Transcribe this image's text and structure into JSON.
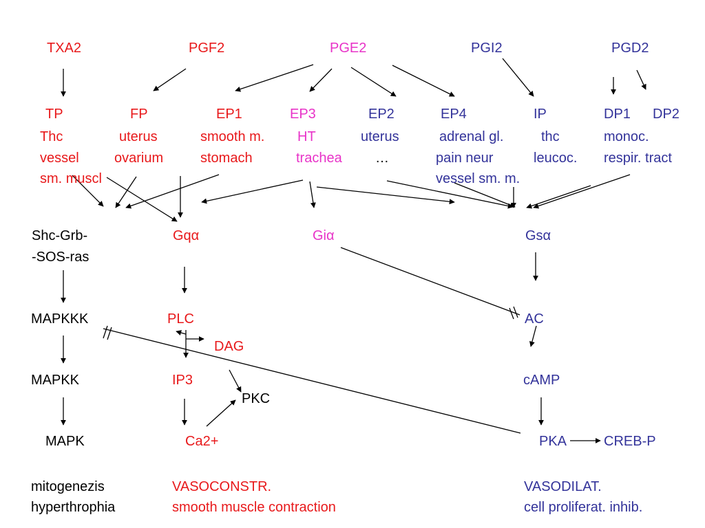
{
  "colors": {
    "red": "#e8191b",
    "magenta": "#e833c8",
    "blue": "#33339a",
    "black": "#000000"
  },
  "ligands": {
    "txa2": "TXA2",
    "pgf2": "PGF2",
    "pge2": "PGE2",
    "pgi2": "PGI2",
    "pgd2": "PGD2"
  },
  "receptors": {
    "tp": {
      "name": "TP",
      "lines": [
        "Thc",
        "vessel",
        "sm. muscl"
      ]
    },
    "fp": {
      "name": "FP",
      "lines": [
        "uterus",
        "ovarium"
      ]
    },
    "ep1": {
      "name": "EP1",
      "lines": [
        "smooth m.",
        "stomach"
      ]
    },
    "ep3": {
      "name": "EP3",
      "lines": [
        "HT",
        "trachea"
      ]
    },
    "ep2": {
      "name": "EP2",
      "lines": [
        "uterus",
        "…"
      ]
    },
    "ep4": {
      "name": "EP4",
      "lines": [
        "adrenal gl.",
        "pain neur",
        "vessel sm. m."
      ]
    },
    "ip": {
      "name": "IP",
      "lines": [
        "thc",
        "leucoc."
      ]
    },
    "dp1": {
      "name": "DP1"
    },
    "dp2": {
      "name": "DP2",
      "lines": [
        "monoc.",
        "respir. tract"
      ]
    }
  },
  "pathway_left": {
    "shc": "Shc-Grb-",
    "sos": "-SOS-ras",
    "mapkkk": "MAPKKK",
    "mapkk": "MAPKK",
    "mapk": "MAPK"
  },
  "pathway_gq": {
    "gq": "Gqα",
    "plc": "PLC",
    "dag": "DAG",
    "ip3": "IP3",
    "pkc": "PKC",
    "ca": "Ca2+"
  },
  "pathway_gi": {
    "gi": "Giα"
  },
  "pathway_gs": {
    "gs": "Gsα",
    "ac": "AC",
    "camp": "cAMP",
    "pka": "PKA",
    "creb": "CREB-P"
  },
  "outcomes": {
    "left": [
      "mitogenezis",
      "hyperthrophia"
    ],
    "middle": [
      "VASOCONSTR.",
      "smooth muscle contraction"
    ],
    "right": [
      "VASODILAT.",
      "cell proliferat. inhib."
    ]
  }
}
